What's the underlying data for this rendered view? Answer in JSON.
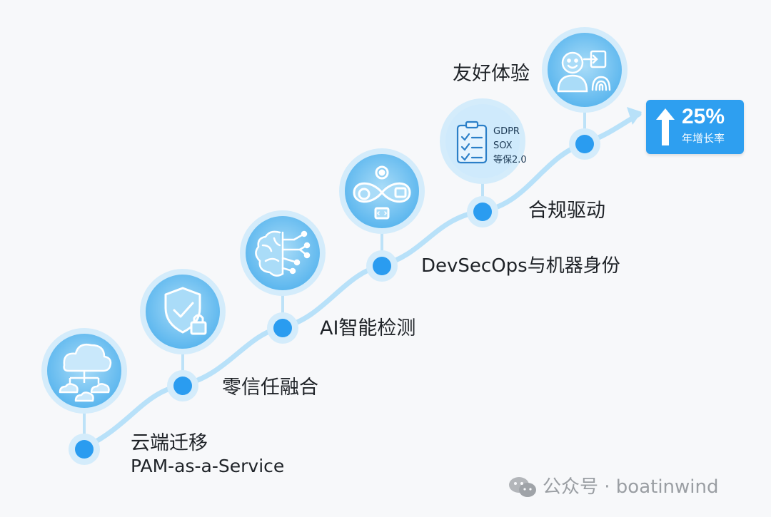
{
  "steps": [
    {
      "title": "云端迁移",
      "subtitle": "PAM-as-a-Service",
      "icon": "cloud-network-icon"
    },
    {
      "title": "零信任融合",
      "icon": "shield-lock-icon"
    },
    {
      "title": "AI智能检测",
      "icon": "ai-brain-icon"
    },
    {
      "title": "DevSecOps与机器身份",
      "icon": "devops-infinity-icon"
    },
    {
      "title": "合规驱动",
      "icon": "compliance-checklist-icon",
      "icon_text": [
        "GDPR",
        "SOX",
        "等保2.0"
      ]
    },
    {
      "title": "友好体验",
      "icon": "user-experience-icon"
    }
  ],
  "badge": {
    "value": "25%",
    "caption": "年增长率",
    "icon": "arrow-up-icon"
  },
  "watermark": {
    "text": "公众号 · boatinwind",
    "icon": "wechat-icon"
  },
  "colors": {
    "line": "#b8e1f9",
    "dot": "#2a9cf0",
    "ring": "#c5e6fb",
    "circle": "#72c2f1",
    "badge": "#2e9ff0",
    "icon": "#ffffff",
    "background": "#f7f8fa"
  }
}
